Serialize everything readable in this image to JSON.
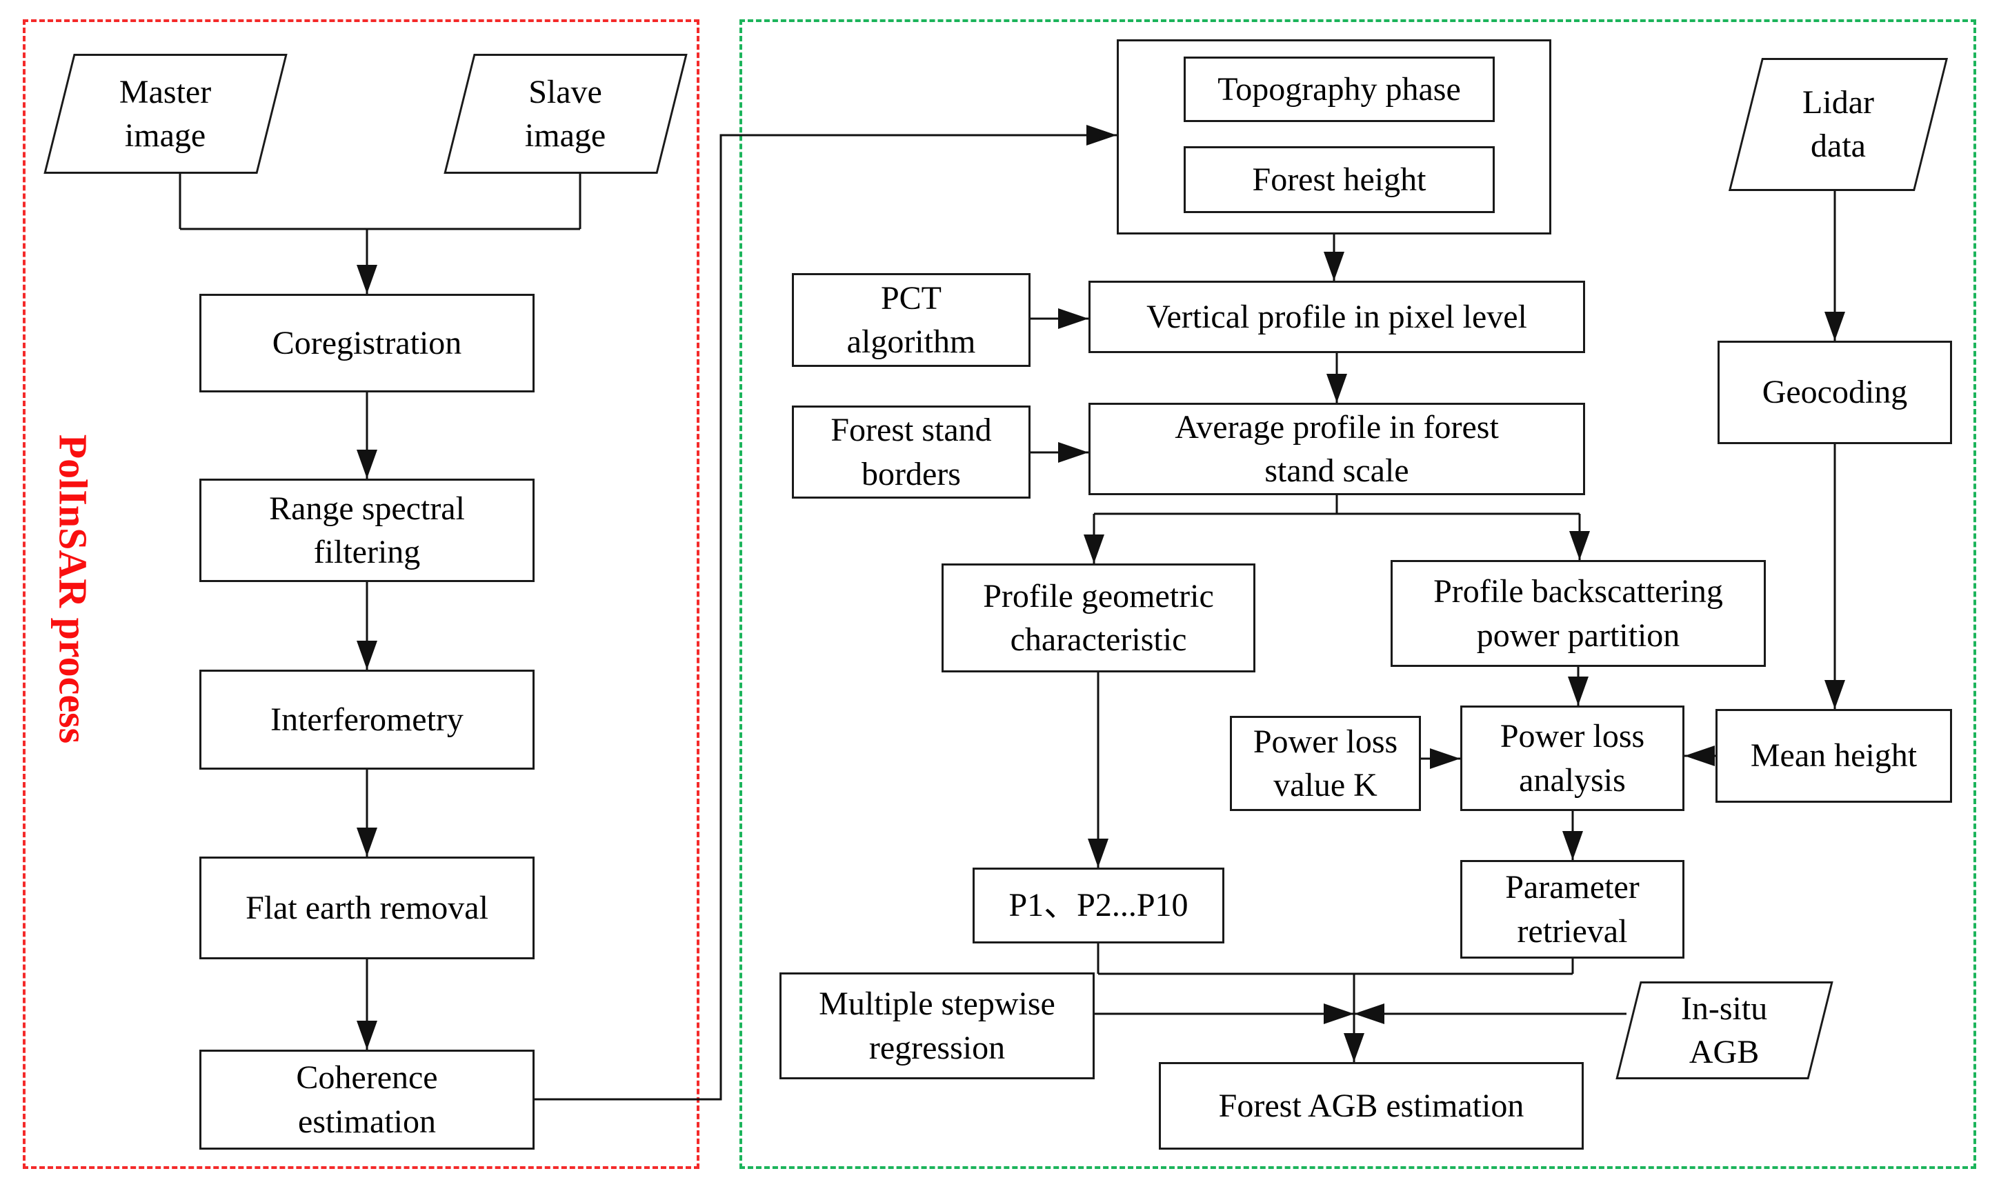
{
  "panels": {
    "left_label": "PolInSAR process"
  },
  "nodes": {
    "master_image": "Master\nimage",
    "slave_image": "Slave\nimage",
    "coregistration": "Coregistration",
    "range_spectral_filtering": "Range spectral\nfiltering",
    "interferometry": "Interferometry",
    "flat_earth_removal": "Flat earth removal",
    "coherence_estimation": "Coherence\nestimation",
    "topography_phase": "Topography phase",
    "forest_height": "Forest height",
    "pct_algorithm": "PCT\nalgorithm",
    "vertical_profile": "Vertical profile in pixel level",
    "forest_stand_borders": "Forest stand\nborders",
    "average_profile": "Average profile in forest\nstand scale",
    "profile_geometric": "Profile geometric\ncharacteristic",
    "profile_backscattering": "Profile backscattering\npower partition",
    "power_loss_value_k": "Power loss\nvalue K",
    "power_loss_analysis": "Power loss\nanalysis",
    "mean_height": "Mean height",
    "lidar_data": "Lidar\ndata",
    "geocoding": "Geocoding",
    "p_parameters": "P1、P2...P10",
    "parameter_retrieval": "Parameter\nretrieval",
    "multiple_stepwise_regression": "Multiple stepwise\nregression",
    "in_situ_agb": "In-situ\nAGB",
    "forest_agb_estimation": "Forest AGB estimation"
  },
  "colors": {
    "polinsar_panel_border": "#f42a2a",
    "analysis_panel_border": "#1cb45b",
    "polinsar_label": "#f90f0f",
    "node_border": "#1a1a1a",
    "connector": "#111111"
  }
}
